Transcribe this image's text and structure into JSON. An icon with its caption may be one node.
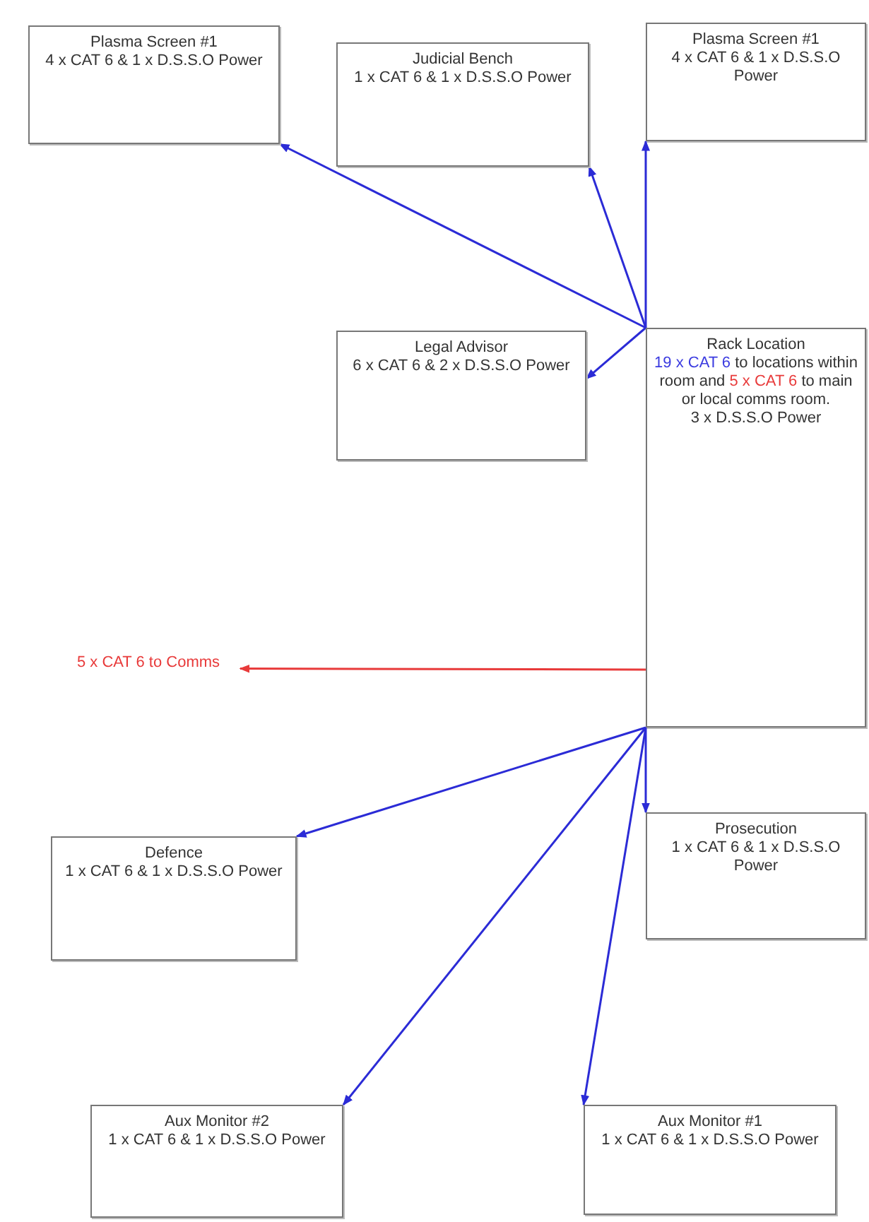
{
  "diagram": {
    "nodes": [
      {
        "text": [
          "Plasma Screen #1",
          "4 x CAT 6 & 1 x D.S.S.O Power"
        ]
      },
      {
        "text": [
          "Judicial Bench",
          "1 x CAT 6 & 1 x D.S.S.O Power"
        ]
      },
      {
        "text": [
          "Plasma Screen #1",
          "4 x CAT 6 & 1 x D.S.S.O Power"
        ]
      },
      {
        "text": [
          "Legal Advisor",
          "6 x CAT 6 & 2 x D.S.S.O Power"
        ]
      },
      {
        "text": [
          "Rack Location",
          "19 x CAT 6",
          "to locations within room and",
          "5 x CAT 6",
          "to main or local comms room.",
          "3 x D.S.S.O Power"
        ]
      },
      {
        "text": [
          "5 x CAT 6 to Comms"
        ]
      },
      {
        "text": [
          "Defence",
          "1 x CAT 6 & 1 x D.S.S.O Power"
        ]
      },
      {
        "text": [
          "Prosecution",
          "1 x CAT 6 & 1 x D.S.S.O Power"
        ]
      },
      {
        "text": [
          "Aux Monitor #2",
          "1 x CAT 6 & 1 x D.S.S.O Power"
        ]
      },
      {
        "text": [
          "Aux Monitor #1",
          "1 x CAT 6 & 1 x D.S.S.O Power"
        ]
      }
    ],
    "edges": [
      {
        "from": 4,
        "to": 0,
        "arrow": "to",
        "color": "#2b2bd6"
      },
      {
        "from": 4,
        "to": 1,
        "arrow": "to",
        "color": "#2b2bd6"
      },
      {
        "from": 4,
        "to": 2,
        "arrow": "to",
        "color": "#2b2bd6"
      },
      {
        "from": 4,
        "to": 3,
        "arrow": "to",
        "color": "#2b2bd6"
      },
      {
        "from": 4,
        "to": 5,
        "arrow": "to",
        "color": "#e83a3a"
      },
      {
        "from": 4,
        "to": 6,
        "arrow": "to",
        "color": "#2b2bd6"
      },
      {
        "from": 4,
        "to": 7,
        "arrow": "to",
        "color": "#2b2bd6"
      },
      {
        "from": 4,
        "to": 8,
        "arrow": "to",
        "color": "#2b2bd6"
      },
      {
        "from": 4,
        "to": 9,
        "arrow": "to",
        "color": "#2b2bd6"
      }
    ]
  }
}
